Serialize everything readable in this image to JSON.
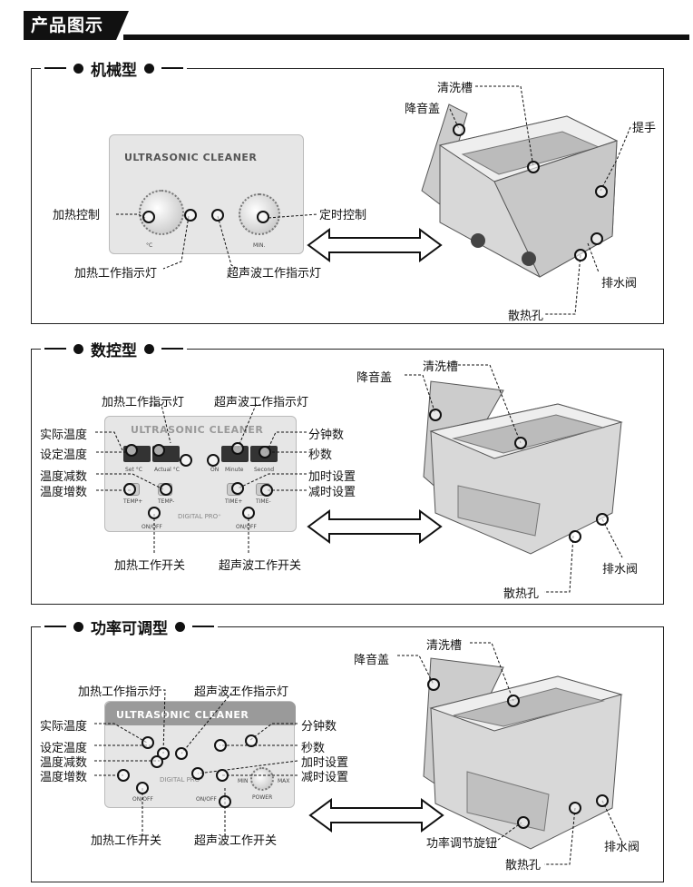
{
  "header": {
    "title": "产品图示"
  },
  "sections": [
    {
      "title": "机械型",
      "panel_title": "ULTRASONIC CLEANER",
      "labels": {
        "heat_control": "加热控制",
        "timer_control": "定时控制",
        "heat_indicator": "加热工作指示灯",
        "ultra_indicator": "超声波工作指示灯",
        "tank": "清洗槽",
        "lid": "降音盖",
        "handle": "提手",
        "drain": "排水阀",
        "vent": "散热孔"
      },
      "panel_marks": {
        "celsius": "°C",
        "min": "MIN."
      }
    },
    {
      "title": "数控型",
      "panel_title": "ULTRASONIC CLEANER",
      "panel_brand": "DIGITAL PRO⁺",
      "labels": {
        "heat_indicator": "加热工作指示灯",
        "ultra_indicator": "超声波工作指示灯",
        "actual_temp": "实际温度",
        "set_temp": "设定温度",
        "temp_down": "温度减数",
        "temp_up": "温度增数",
        "minutes": "分钟数",
        "seconds": "秒数",
        "time_up": "加时设置",
        "time_down": "减时设置",
        "heat_switch": "加热工作开关",
        "ultra_switch": "超声波工作开关",
        "tank": "清洗槽",
        "lid": "降音盖",
        "drain": "排水阀",
        "vent": "散热孔"
      },
      "panel_marks": {
        "set": "Set °C",
        "actual": "Actual °C",
        "on": "ON",
        "minute": "Minute",
        "second": "Second",
        "temp_plus": "TEMP+",
        "temp_minus": "TEMP-",
        "time_plus": "TIME+",
        "time_minus": "TIME-",
        "onoff": "ON/OFF"
      }
    },
    {
      "title": "功率可调型",
      "panel_title": "ULTRASONIC CLEANER",
      "panel_brand": "DIGITAL PRO⁺",
      "labels": {
        "heat_indicator": "加热工作指示灯",
        "ultra_indicator": "超声波工作指示灯",
        "actual_temp": "实际温度",
        "set_temp": "设定温度",
        "temp_down": "温度减数",
        "temp_up": "温度增数",
        "minutes": "分钟数",
        "seconds": "秒数",
        "time_up": "加时设置",
        "time_down": "减时设置",
        "heat_switch": "加热工作开关",
        "ultra_switch": "超声波工作开关",
        "tank": "清洗槽",
        "lid": "降音盖",
        "drain": "排水阀",
        "vent": "散热孔",
        "power_knob": "功率调节旋钮"
      },
      "panel_marks": {
        "min": "MIN",
        "max": "MAX",
        "power": "POWER",
        "onoff": "ON/OFF"
      }
    }
  ]
}
